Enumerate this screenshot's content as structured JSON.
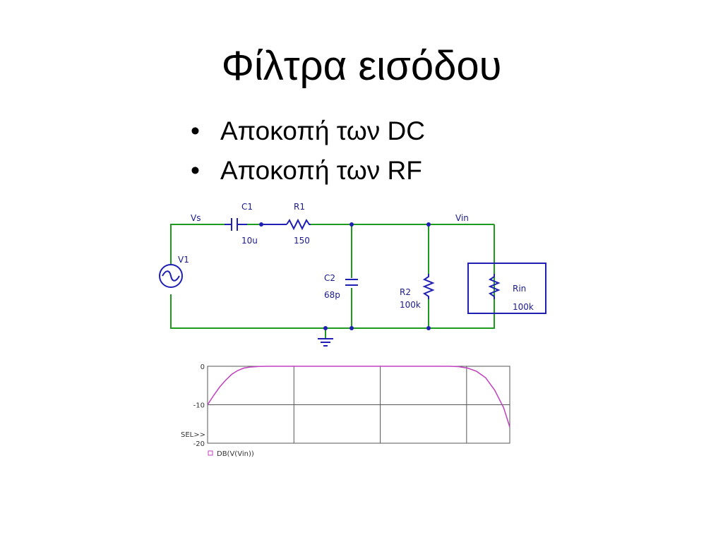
{
  "slide": {
    "title": "Φίλτρα εισόδου",
    "bullets": [
      {
        "marker": "•",
        "text": "Αποκοπή των DC"
      },
      {
        "marker": "•",
        "text": "Αποκοπή των RF"
      }
    ]
  },
  "circuit": {
    "node_vs": "Vs",
    "node_vin": "Vin",
    "source": {
      "name": "V1"
    },
    "c1": {
      "name": "C1",
      "value": "10u"
    },
    "r1": {
      "name": "R1",
      "value": "150"
    },
    "c2": {
      "name": "C2",
      "value": "68p"
    },
    "r2": {
      "name": "R2",
      "value": "100k"
    },
    "rin": {
      "name": "Rin",
      "value": "100k"
    },
    "colors": {
      "wire": "#1e9a1e",
      "component": "#1f1fb4",
      "label": "#1a1a8c",
      "box": "#1f1fb4"
    }
  },
  "chart_data": {
    "type": "line",
    "title": "",
    "xlabel": "",
    "ylabel": "",
    "y_ticks": [
      "0",
      "-10",
      "-20"
    ],
    "ylim": [
      -20,
      0
    ],
    "x_gridlines": 3,
    "grid": true,
    "sel_marker": "SEL>>",
    "series": [
      {
        "name": "DB(V(Vin))",
        "color": "#c040c0",
        "points": [
          {
            "x": 0.0,
            "y": -10.0
          },
          {
            "x": 0.02,
            "y": -7.6
          },
          {
            "x": 0.04,
            "y": -5.4
          },
          {
            "x": 0.06,
            "y": -3.6
          },
          {
            "x": 0.08,
            "y": -2.1
          },
          {
            "x": 0.1,
            "y": -1.1
          },
          {
            "x": 0.12,
            "y": -0.45
          },
          {
            "x": 0.14,
            "y": -0.2
          },
          {
            "x": 0.17,
            "y": -0.05
          },
          {
            "x": 0.2,
            "y": 0.0
          },
          {
            "x": 0.5,
            "y": 0.0
          },
          {
            "x": 0.8,
            "y": 0.0
          },
          {
            "x": 0.83,
            "y": -0.1
          },
          {
            "x": 0.86,
            "y": -0.45
          },
          {
            "x": 0.89,
            "y": -1.3
          },
          {
            "x": 0.92,
            "y": -3.0
          },
          {
            "x": 0.95,
            "y": -6.2
          },
          {
            "x": 0.98,
            "y": -10.8
          },
          {
            "x": 1.0,
            "y": -15.8
          }
        ]
      }
    ]
  }
}
